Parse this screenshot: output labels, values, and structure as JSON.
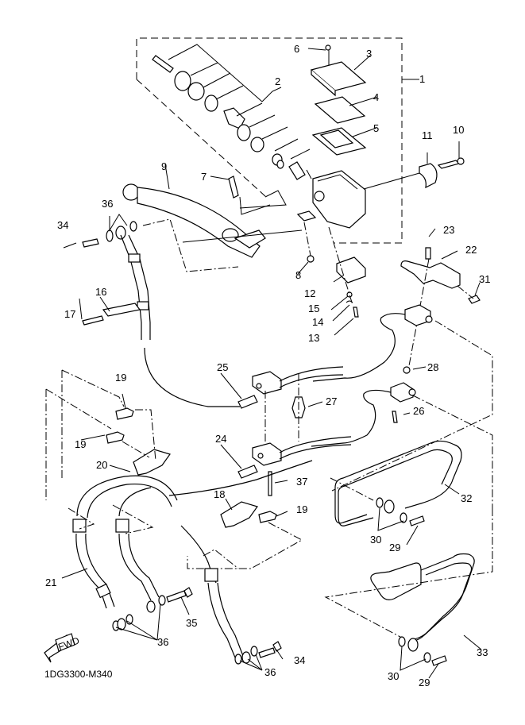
{
  "diagram": {
    "type": "exploded-parts-diagram",
    "subject": "Front master cylinder and brake hoses",
    "drawing_code": "1DG3300-M340",
    "direction_marker": "FWD",
    "callouts": [
      {
        "id": "c1",
        "label": "1"
      },
      {
        "id": "c2",
        "label": "2"
      },
      {
        "id": "c3",
        "label": "3"
      },
      {
        "id": "c4",
        "label": "4"
      },
      {
        "id": "c5",
        "label": "5"
      },
      {
        "id": "c6",
        "label": "6"
      },
      {
        "id": "c7",
        "label": "7"
      },
      {
        "id": "c8",
        "label": "8"
      },
      {
        "id": "c9",
        "label": "9"
      },
      {
        "id": "c10",
        "label": "10"
      },
      {
        "id": "c11",
        "label": "11"
      },
      {
        "id": "c12",
        "label": "12"
      },
      {
        "id": "c13",
        "label": "13"
      },
      {
        "id": "c14",
        "label": "14"
      },
      {
        "id": "c15",
        "label": "15"
      },
      {
        "id": "c16",
        "label": "16"
      },
      {
        "id": "c17",
        "label": "17"
      },
      {
        "id": "c18",
        "label": "18"
      },
      {
        "id": "c19a",
        "label": "19"
      },
      {
        "id": "c19b",
        "label": "19"
      },
      {
        "id": "c19c",
        "label": "19"
      },
      {
        "id": "c20",
        "label": "20"
      },
      {
        "id": "c21",
        "label": "21"
      },
      {
        "id": "c22",
        "label": "22"
      },
      {
        "id": "c23",
        "label": "23"
      },
      {
        "id": "c24",
        "label": "24"
      },
      {
        "id": "c25",
        "label": "25"
      },
      {
        "id": "c26",
        "label": "26"
      },
      {
        "id": "c27",
        "label": "27"
      },
      {
        "id": "c28",
        "label": "28"
      },
      {
        "id": "c29a",
        "label": "29"
      },
      {
        "id": "c29b",
        "label": "29"
      },
      {
        "id": "c30a",
        "label": "30"
      },
      {
        "id": "c30b",
        "label": "30"
      },
      {
        "id": "c31",
        "label": "31"
      },
      {
        "id": "c32",
        "label": "32"
      },
      {
        "id": "c33",
        "label": "33"
      },
      {
        "id": "c34a",
        "label": "34"
      },
      {
        "id": "c34b",
        "label": "34"
      },
      {
        "id": "c35",
        "label": "35"
      },
      {
        "id": "c36a",
        "label": "36"
      },
      {
        "id": "c36b",
        "label": "36"
      },
      {
        "id": "c36c",
        "label": "36"
      },
      {
        "id": "c37",
        "label": "37"
      }
    ]
  }
}
